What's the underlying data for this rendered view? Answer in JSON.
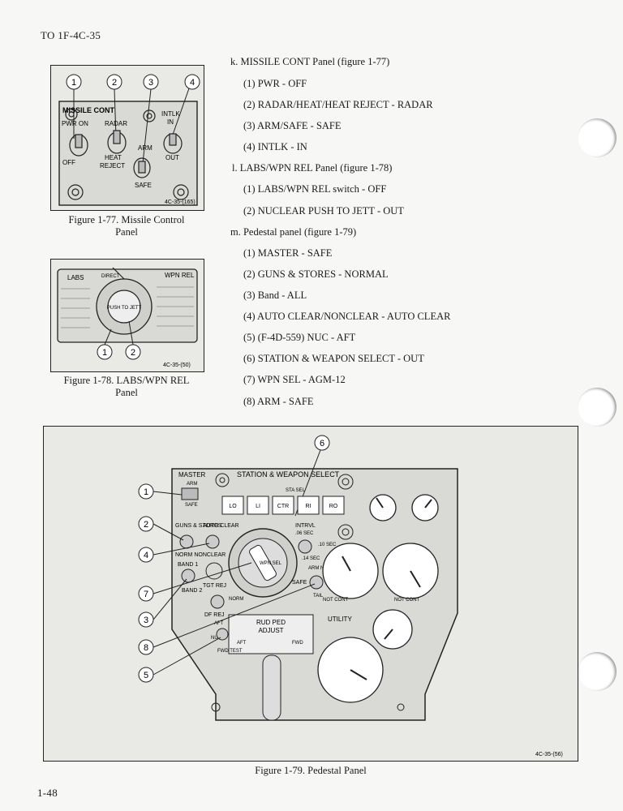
{
  "header": {
    "doc_number": "TO 1F-4C-35"
  },
  "footer": {
    "page_number": "1-48"
  },
  "steps": [
    {
      "text": "k. MISSILE CONT Panel (figure 1-77)",
      "level": 0
    },
    {
      "text": "(1) PWR - OFF",
      "level": 1
    },
    {
      "text": "(2) RADAR/HEAT/HEAT REJECT - RADAR",
      "level": 1
    },
    {
      "text": "(3) ARM/SAFE - SAFE",
      "level": 1
    },
    {
      "text": "(4) INTLK - IN",
      "level": 1
    },
    {
      "text": "l. LABS/WPN REL Panel (figure 1-78)",
      "level": 0
    },
    {
      "text": "(1) LABS/WPN REL switch - OFF",
      "level": 1
    },
    {
      "text": "(2) NUCLEAR PUSH TO JETT - OUT",
      "level": 1
    },
    {
      "text": "m. Pedestal panel (figure 1-79)",
      "level": 0
    },
    {
      "text": "(1) MASTER - SAFE",
      "level": 1
    },
    {
      "text": "(2) GUNS & STORES - NORMAL",
      "level": 1
    },
    {
      "text": "(3) Band - ALL",
      "level": 1
    },
    {
      "text": "(4) AUTO CLEAR/NONCLEAR - AUTO CLEAR",
      "level": 1
    },
    {
      "text": "(5) (F-4D-559) NUC - AFT",
      "level": 1
    },
    {
      "text": "(6) STATION & WEAPON SELECT - OUT",
      "level": 1
    },
    {
      "text": "(7) WPN SEL - AGM-12",
      "level": 1
    },
    {
      "text": "(8) ARM - SAFE",
      "level": 1
    }
  ],
  "figures": {
    "fig77": {
      "caption_line1": "Figure 1-77.  Missile Control",
      "caption_line2": "Panel",
      "code": "4C-35-(165)",
      "callouts": [
        "1",
        "2",
        "3",
        "4"
      ],
      "labels": {
        "title": "MISSILE CONT",
        "pwr_on": "PWR ON",
        "off": "OFF",
        "radar": "RADAR",
        "heat": "HEAT",
        "reject": "REJECT",
        "intlk": "INTLK",
        "in": "IN",
        "out": "OUT",
        "arm": "ARM",
        "safe": "SAFE"
      }
    },
    "fig78": {
      "caption_line1": "Figure 1-78.  LABS/WPN REL",
      "caption_line2": "Panel",
      "code": "4C-35-(50)",
      "callouts": [
        "1",
        "2"
      ],
      "labels": {
        "labs": "LABS",
        "wpn_rel": "WPN REL",
        "push": "PUSH TO JETT",
        "direct": "DIRECT"
      }
    },
    "fig79": {
      "caption": "Figure 1-79.  Pedestal Panel",
      "code": "4C-35-(56)",
      "callouts_top": [
        "6"
      ],
      "callouts_left": [
        "1",
        "2",
        "4",
        "7",
        "3",
        "8",
        "5"
      ],
      "labels": {
        "master": "MASTER",
        "arm": "ARM",
        "safe": "SAFE",
        "station_weapon_select": "STATION & WEAPON SELECT",
        "sta_sel": "STA SEL",
        "stations": [
          "LO",
          "LI",
          "CTR",
          "RI",
          "RO"
        ],
        "guns_stores": "GUNS & STORES",
        "auto_clear": "AUTO CLEAR",
        "norm_nonclear": "NORM NONCLEAR",
        "band1": "BAND 1",
        "band2": "BAND 2",
        "tgt_rej": "TGT REJ",
        "norm": "NORM",
        "df_rej": "DF REJ",
        "intrvl": "INTRVL",
        "sec06": ".06 SEC",
        "sec10": ".10 SEC",
        "sec14": ".14 SEC",
        "arm_nose": "ARM NOSE",
        "tail": "TAIL",
        "utility": "UTILITY",
        "rud_ped": "RUD PED",
        "adjust": "ADJUST",
        "aft": "AFT",
        "fwd": "FWD",
        "nuc": "NUC",
        "fwd_test": "FWD TEST",
        "wpn_sel": "WPN SEL",
        "not_cont": "NOT CONT"
      }
    }
  },
  "colors": {
    "ink": "#1a1a1a",
    "figure_bg": "#e9e9e6",
    "panel": "#d9d9d5",
    "page": "#f7f7f5"
  }
}
